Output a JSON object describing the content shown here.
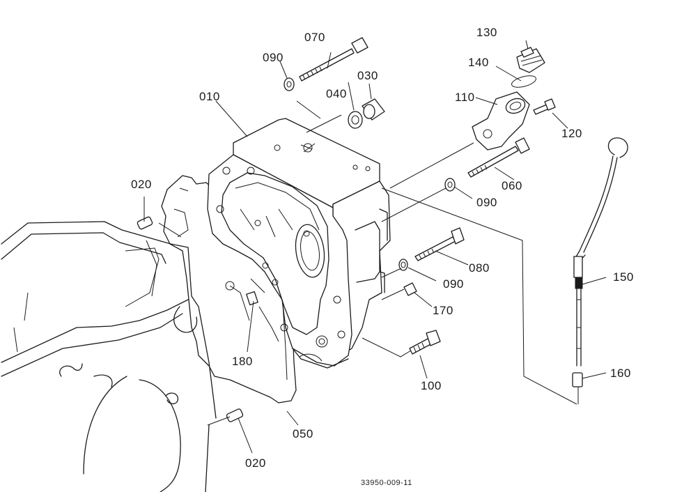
{
  "diagram": {
    "drawing_number": "33950-009-11",
    "callouts": [
      {
        "id": "p070",
        "text": "070"
      },
      {
        "id": "p090a",
        "text": "090"
      },
      {
        "id": "p030",
        "text": "030"
      },
      {
        "id": "p040",
        "text": "040"
      },
      {
        "id": "p010",
        "text": "010"
      },
      {
        "id": "p130",
        "text": "130"
      },
      {
        "id": "p140",
        "text": "140"
      },
      {
        "id": "p110",
        "text": "110"
      },
      {
        "id": "p120",
        "text": "120"
      },
      {
        "id": "p060",
        "text": "060"
      },
      {
        "id": "p090b",
        "text": "090"
      },
      {
        "id": "p020a",
        "text": "020"
      },
      {
        "id": "p080",
        "text": "080"
      },
      {
        "id": "p090c",
        "text": "090"
      },
      {
        "id": "p150",
        "text": "150"
      },
      {
        "id": "p170",
        "text": "170"
      },
      {
        "id": "p180",
        "text": "180"
      },
      {
        "id": "p100",
        "text": "100"
      },
      {
        "id": "p160",
        "text": "160"
      },
      {
        "id": "p050",
        "text": "050"
      },
      {
        "id": "p020b",
        "text": "020"
      }
    ]
  }
}
